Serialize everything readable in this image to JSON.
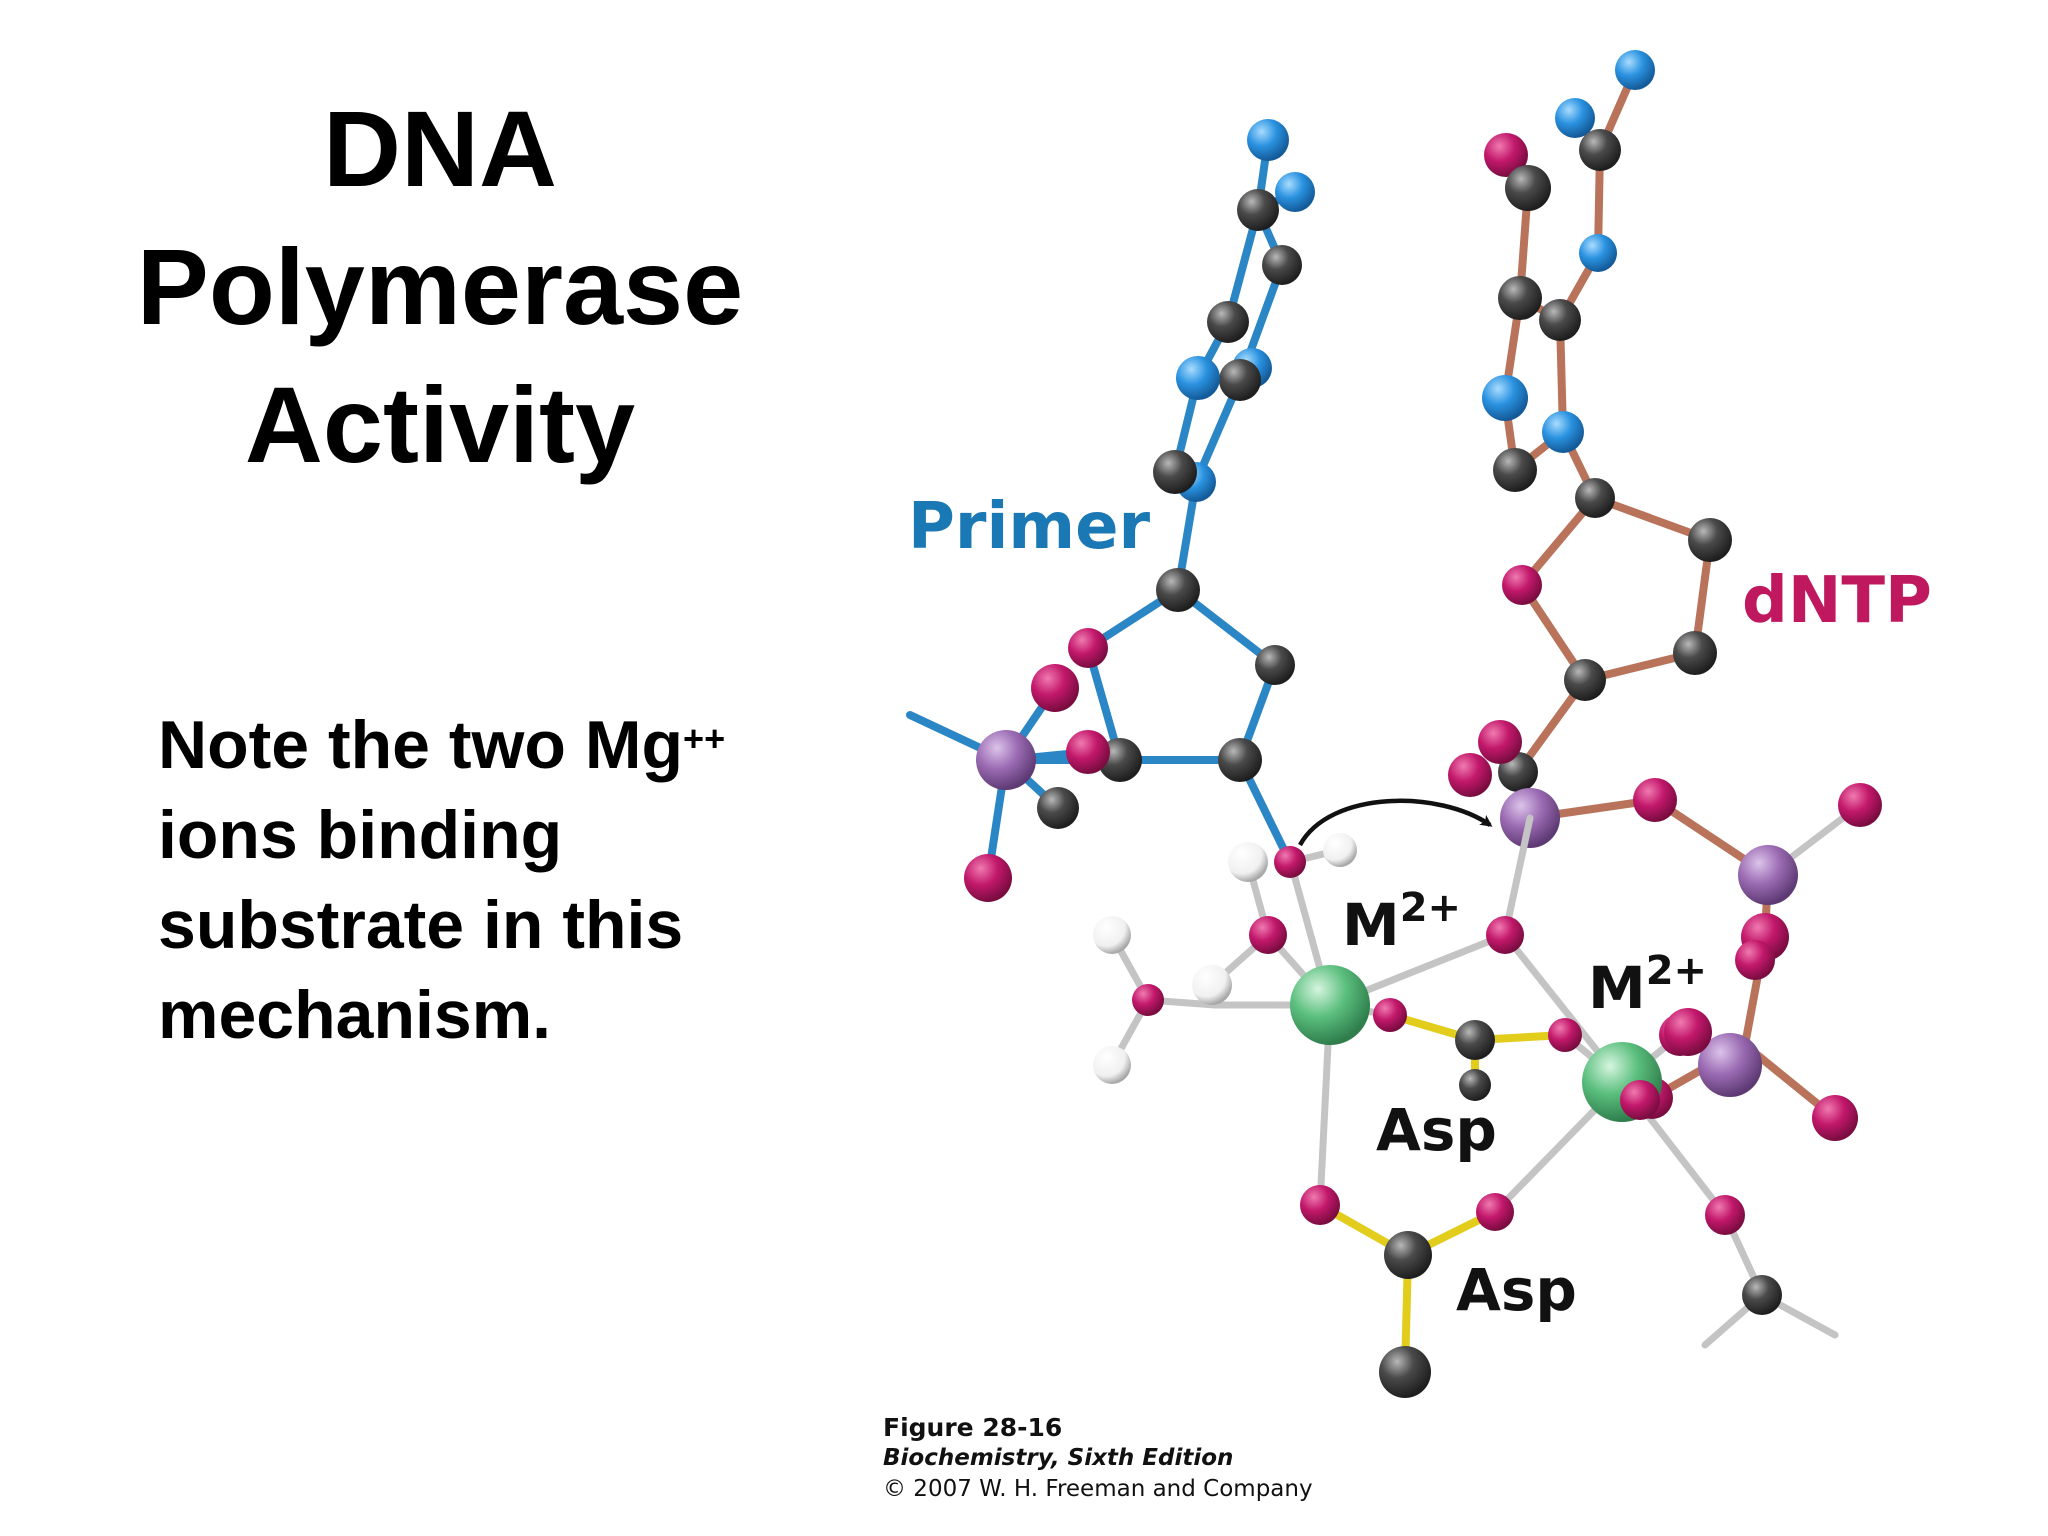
{
  "slide": {
    "title_lines": [
      "DNA",
      "Polymerase",
      "Activity"
    ],
    "note_lines": [
      "Note the two Mg",
      "ions binding",
      "substrate in this",
      "mechanism."
    ],
    "note_superscript": "++"
  },
  "figure": {
    "labels": {
      "primer": "Primer",
      "dntp": "dNTP",
      "metal": "M",
      "metal_charge": "2+",
      "asp": "Asp"
    },
    "colors": {
      "primer": "#1a78b4",
      "dntp": "#c0185e",
      "primer_bond": "#2b86c5",
      "dntp_bond": "#b8735a",
      "coordination_bond": "#c4c4c4",
      "asp_bond": "#e2cc1c",
      "carbon": "#3a3a3a",
      "oxygen": "#c2186b",
      "nitrogen": "#2a92e0",
      "phosphorus": "#9b6bb3",
      "metal_ion": "#5bbf7e",
      "hydrogen": "#ffffff"
    },
    "caption": {
      "figure_number": "Figure 28-16",
      "book": "Biochemistry, Sixth Edition",
      "copyright": "© 2007 W. H. Freeman and Company"
    }
  }
}
